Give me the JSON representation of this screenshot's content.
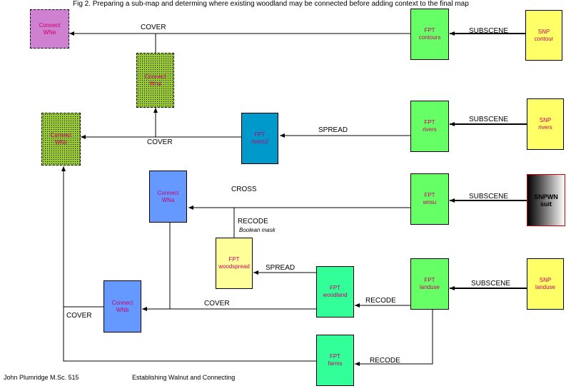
{
  "title": "Fig 2. Preparing a sub-map and determing where existing woodland may be connected before adding context to the final map",
  "footer": {
    "author": "John Plumridge M.Sc. 515",
    "caption": "Establishing Walnut and Connecting"
  },
  "nodes": {
    "connect_wne_top": [
      "Connect",
      "WNe"
    ],
    "connect_wnd": [
      "Connect",
      "Wnd"
    ],
    "connect_wnc": [
      "Connect",
      "WNc"
    ],
    "connect_wna": [
      "Connect",
      "WNa"
    ],
    "connect_wnb": [
      "Connect",
      "WNb"
    ],
    "fpt_contours": [
      "FPT",
      "contours"
    ],
    "fpt_rivers": [
      "FPT",
      "rivers"
    ],
    "fpt_rivers2": [
      "FPT",
      "rivers2"
    ],
    "fpt_wnsu": [
      "FPT",
      "wnsu"
    ],
    "fpt_woodspread": [
      "FPT",
      "woodspread"
    ],
    "fpt_woodland": [
      "FPT",
      "woodland"
    ],
    "fpt_landuse": [
      "FPT",
      "landuse"
    ],
    "fpt_farms": [
      "FPT",
      "farms"
    ],
    "snp_contour": [
      "SNP",
      "contour"
    ],
    "snp_rivers": [
      "SNP",
      "rivers"
    ],
    "snpwn_suit": [
      "SNPWN",
      "suit"
    ],
    "snp_landuse": [
      "SNP",
      "landuse"
    ]
  },
  "edge_labels": {
    "cover_top": "COVER",
    "subscene_contour": "SUBSCENE",
    "subscene_rivers": "SUBSCENE",
    "spread_rivers": "SPREAD",
    "cover_mid": "COVER",
    "cross": "CROSS",
    "subscene_wnsu": "SUBSCENE",
    "recode_mask": "RECODE",
    "boolean_mask": "Boolean mask",
    "spread_wood": "SPREAD",
    "subscene_landuse": "SUBSCENE",
    "recode_woodland": "RECODE",
    "cover_woodland": "COVER",
    "cover_left": "COVER",
    "recode_farms": "RECODE"
  }
}
